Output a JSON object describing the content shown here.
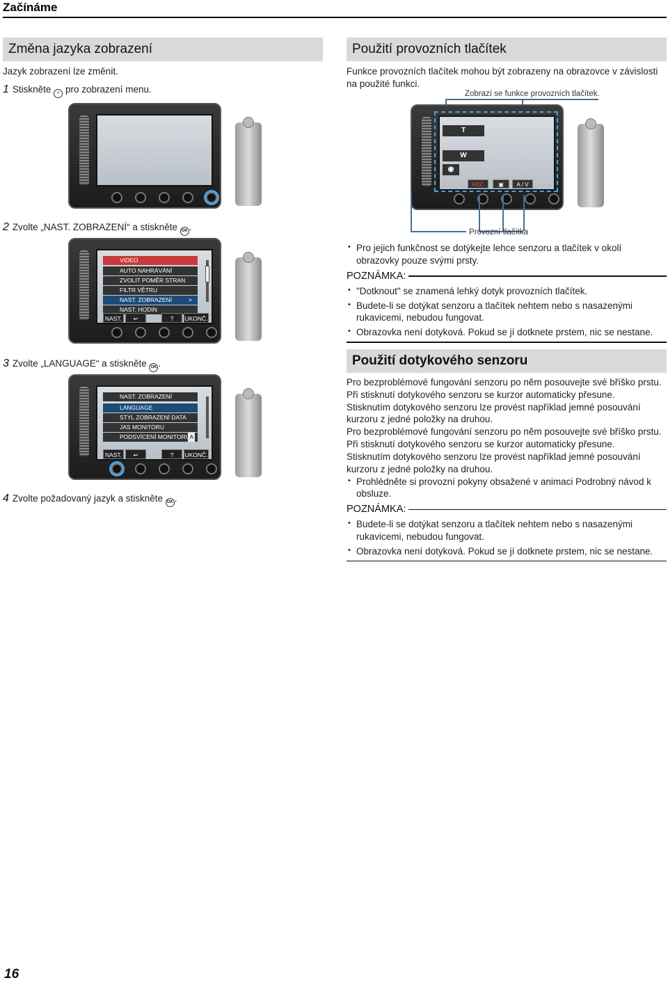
{
  "header": {
    "title": "Začínáme"
  },
  "left": {
    "section_title": "Změna jazyka zobrazení",
    "intro": "Jazyk zobrazení lze změnit.",
    "steps": [
      {
        "num": "1",
        "before": "Stiskněte",
        "symbol": "MENU",
        "after": "pro zobrazení menu."
      },
      {
        "num": "2",
        "before": "Zvolte „NAST. ZOBRAZENÍ“ a stiskněte",
        "symbol": "OK",
        "after": "."
      },
      {
        "num": "3",
        "before": "Zvolte „LANGUAGE“ a stiskněte",
        "symbol": "OK",
        "after": "."
      },
      {
        "num": "4",
        "before": "Zvolte požadovaný jazyk a stiskněte",
        "symbol": "OK",
        "after": "."
      }
    ],
    "menu1": {
      "rows": [
        "VIDEO",
        "AUTO NAHRÁVÁNÍ",
        "ZVOLIT POMĚR STRAN",
        "FILTR VĚTRU",
        "NAST. ZOBRAZENÍ",
        "NAST. HODIN"
      ],
      "bar": [
        "NAST.",
        "↩",
        "?",
        "UKONČ."
      ],
      "arrow": ">"
    },
    "menu2": {
      "rows": [
        "NAST. ZOBRAZENÍ",
        "LANGUAGE",
        "STYL ZOBRAZENÍ DATA",
        "JAS MONITORU",
        "PODSVÍCENÍ MONITORU"
      ],
      "row_value": "A",
      "bar": [
        "NAST.",
        "↩",
        "?",
        "UKONČ."
      ]
    }
  },
  "right": {
    "section1_title": "Použití provozních tlačítek",
    "section1_intro": "Funkce provozních tlačítek mohou být zobrazeny na obrazovce v závislosti na použité funkci.",
    "figure": {
      "callout_top": "Zobrazí se funkce provozních tlačítek.",
      "callout_bottom": "Provozní tlačítka",
      "btn_t": "T",
      "btn_w": "W",
      "btn_rec": "REC",
      "btn_av": "A / V"
    },
    "bullets1": [
      "Pro jejich funkčnost se dotýkejte lehce senzoru a tlačítek v okolí obrazovky pouze svými prsty."
    ],
    "note1_title": "POZNÁMKA:",
    "note1_items": [
      "\"Dotknout\" se znamená lehký dotyk provozních tlačítek.",
      "Budete-li se dotýkat senzoru a tlačítek nehtem nebo s nasazenými rukavicemi, nebudou fungovat.",
      "Obrazovka není dotyková. Pokud se jí dotknete prstem, nic se nestane."
    ],
    "section2_title": "Použití dotykového senzoru",
    "section2_paras": [
      "Pro bezproblémové fungování senzoru po něm posouvejte své bříško prstu.",
      "Při stisknutí dotykového senzoru se kurzor automaticky přesune.",
      "Stisknutím dotykového senzoru lze provést například jemné posouvání kurzoru z jedné položky na druhou.",
      "Pro bezproblémové fungování senzoru po něm posouvejte své bříško prstu.",
      "Při stisknutí dotykového senzoru se kurzor automaticky přesune.",
      "Stisknutím dotykového senzoru lze provést například jemné posouvání kurzoru z jedné položky na druhou."
    ],
    "bullets2": [
      "Prohlédněte si provozní pokyny obsažené v animaci Podrobný návod k obsluze."
    ],
    "note2_title": "POZNÁMKA:",
    "note2_items": [
      "Budete-li se dotýkat senzoru a tlačítek nehtem nebo s nasazenými rukavicemi, nebudou fungovat.",
      "Obrazovka není dotyková. Pokud se jí dotknete prstem, nic se nestane."
    ]
  },
  "footer": {
    "page_number": "16"
  }
}
